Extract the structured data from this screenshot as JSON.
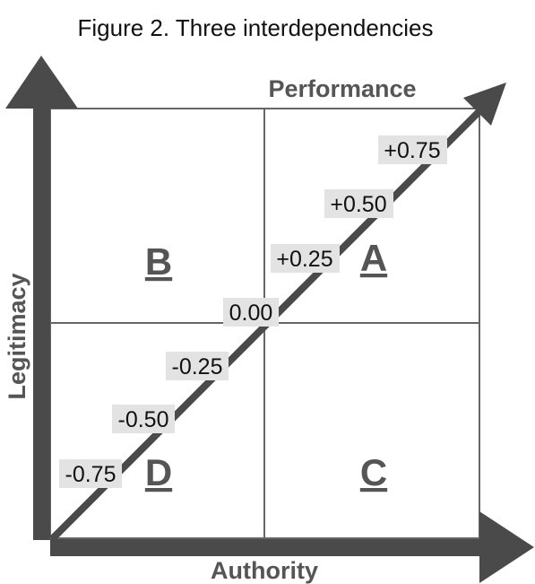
{
  "title": "Figure 2. Three interdependencies",
  "colors": {
    "axis": "#4a4a4a",
    "grid": "#666666",
    "label_bg": "#e3e3e3",
    "text": "#111111"
  },
  "axes": {
    "x_label": "Authority",
    "y_label": "Legitimacy",
    "diagonal_label": "Performance"
  },
  "quadrants": {
    "top_left": "B",
    "top_right": "A",
    "bottom_left": "D",
    "bottom_right": "C"
  },
  "diagonal_ticks": [
    "-0.75",
    "-0.50",
    "-0.25",
    "0.00",
    "+0.25",
    "+0.50",
    "+0.75"
  ]
}
